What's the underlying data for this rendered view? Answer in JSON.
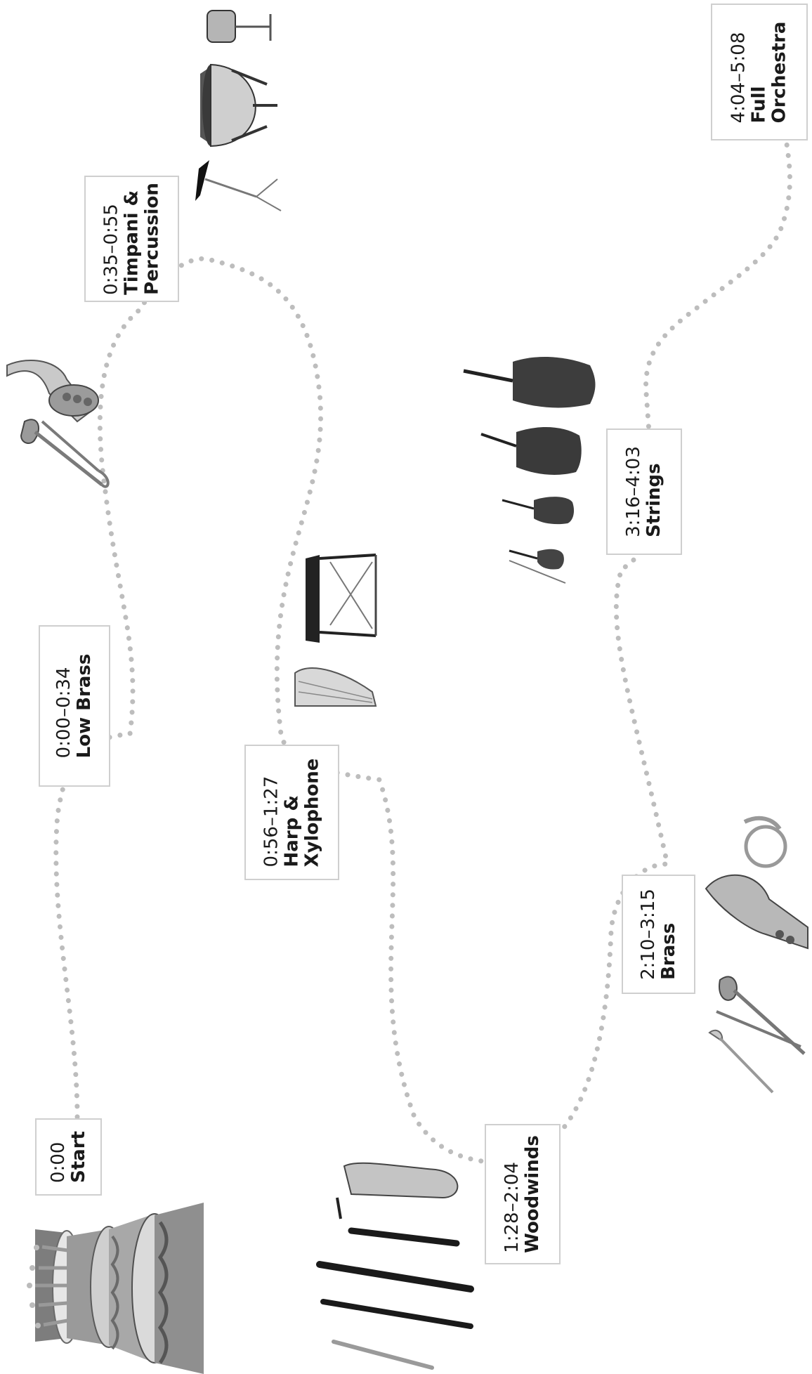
{
  "sections": [
    {
      "id": "start",
      "time": "0:00",
      "name": [
        "Start"
      ]
    },
    {
      "id": "low-brass",
      "time": "0:00–0:34",
      "name": [
        "Low Brass"
      ]
    },
    {
      "id": "timpani",
      "time": "0:35–0:55",
      "name": [
        "Timpani &",
        "Percussion"
      ]
    },
    {
      "id": "harp",
      "time": "0:56–1:27",
      "name": [
        "Harp &",
        "Xylophone"
      ]
    },
    {
      "id": "woodwinds",
      "time": "1:28–2:04",
      "name": [
        "Woodwinds"
      ]
    },
    {
      "id": "brass",
      "time": "2:10–3:15",
      "name": [
        "Brass"
      ]
    },
    {
      "id": "strings",
      "time": "3:16–4:03",
      "name": [
        "Strings"
      ]
    },
    {
      "id": "full",
      "time": "4:04–5:08",
      "name": [
        "Full",
        "Orchestra"
      ]
    }
  ],
  "icons": {
    "start": [
      "birthday-cake"
    ],
    "low-brass": [
      "tuba",
      "trombone"
    ],
    "timpani": [
      "snare-drum",
      "timpani-drum",
      "cymbal"
    ],
    "harp": [
      "xylophone",
      "harp"
    ],
    "woodwinds": [
      "saxophone",
      "clarinet",
      "bassoon",
      "oboe",
      "flute"
    ],
    "brass": [
      "french-horn",
      "tuba",
      "trombone",
      "trumpet"
    ],
    "strings": [
      "double-bass",
      "cello",
      "viola",
      "violin"
    ]
  },
  "colors": {
    "path": "#bdbdbd",
    "box_border": "#cfcfcf",
    "instrument_dark": "#2b2b2b",
    "instrument_mid": "#8a8a8a",
    "instrument_light": "#d0d0d0"
  }
}
